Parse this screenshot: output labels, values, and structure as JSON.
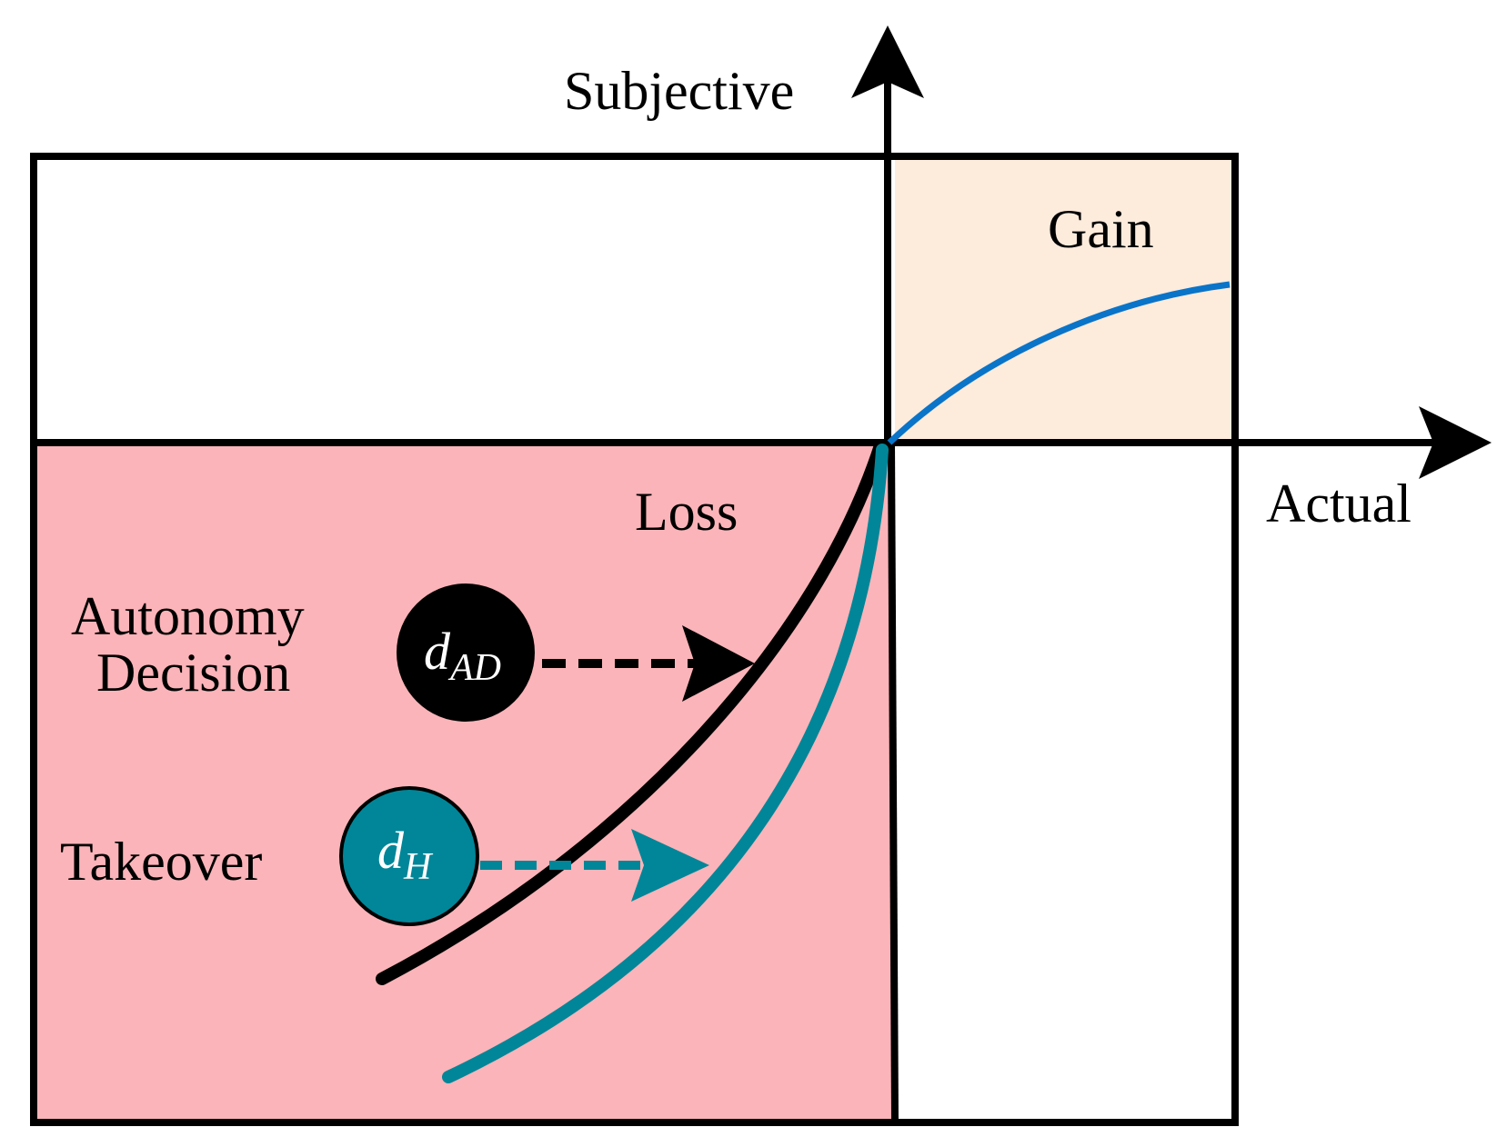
{
  "axes": {
    "y_label": "Subjective",
    "x_label": "Actual"
  },
  "regions": {
    "gain": {
      "label": "Gain",
      "color": "#fdebdc"
    },
    "loss": {
      "label": "Loss",
      "color": "#fbb4b9"
    }
  },
  "curves": {
    "gain_color": "#0a74c9",
    "ad_color": "#000000",
    "h_color": "#008698"
  },
  "labels": {
    "autonomy_line1": "Autonomy",
    "autonomy_line2": "Decision",
    "takeover": "Takeover"
  },
  "markers": {
    "ad": {
      "symbol": "d",
      "subscript": "AD",
      "fill": "#000000"
    },
    "h": {
      "symbol": "d",
      "subscript": "H",
      "fill": "#008698"
    }
  }
}
